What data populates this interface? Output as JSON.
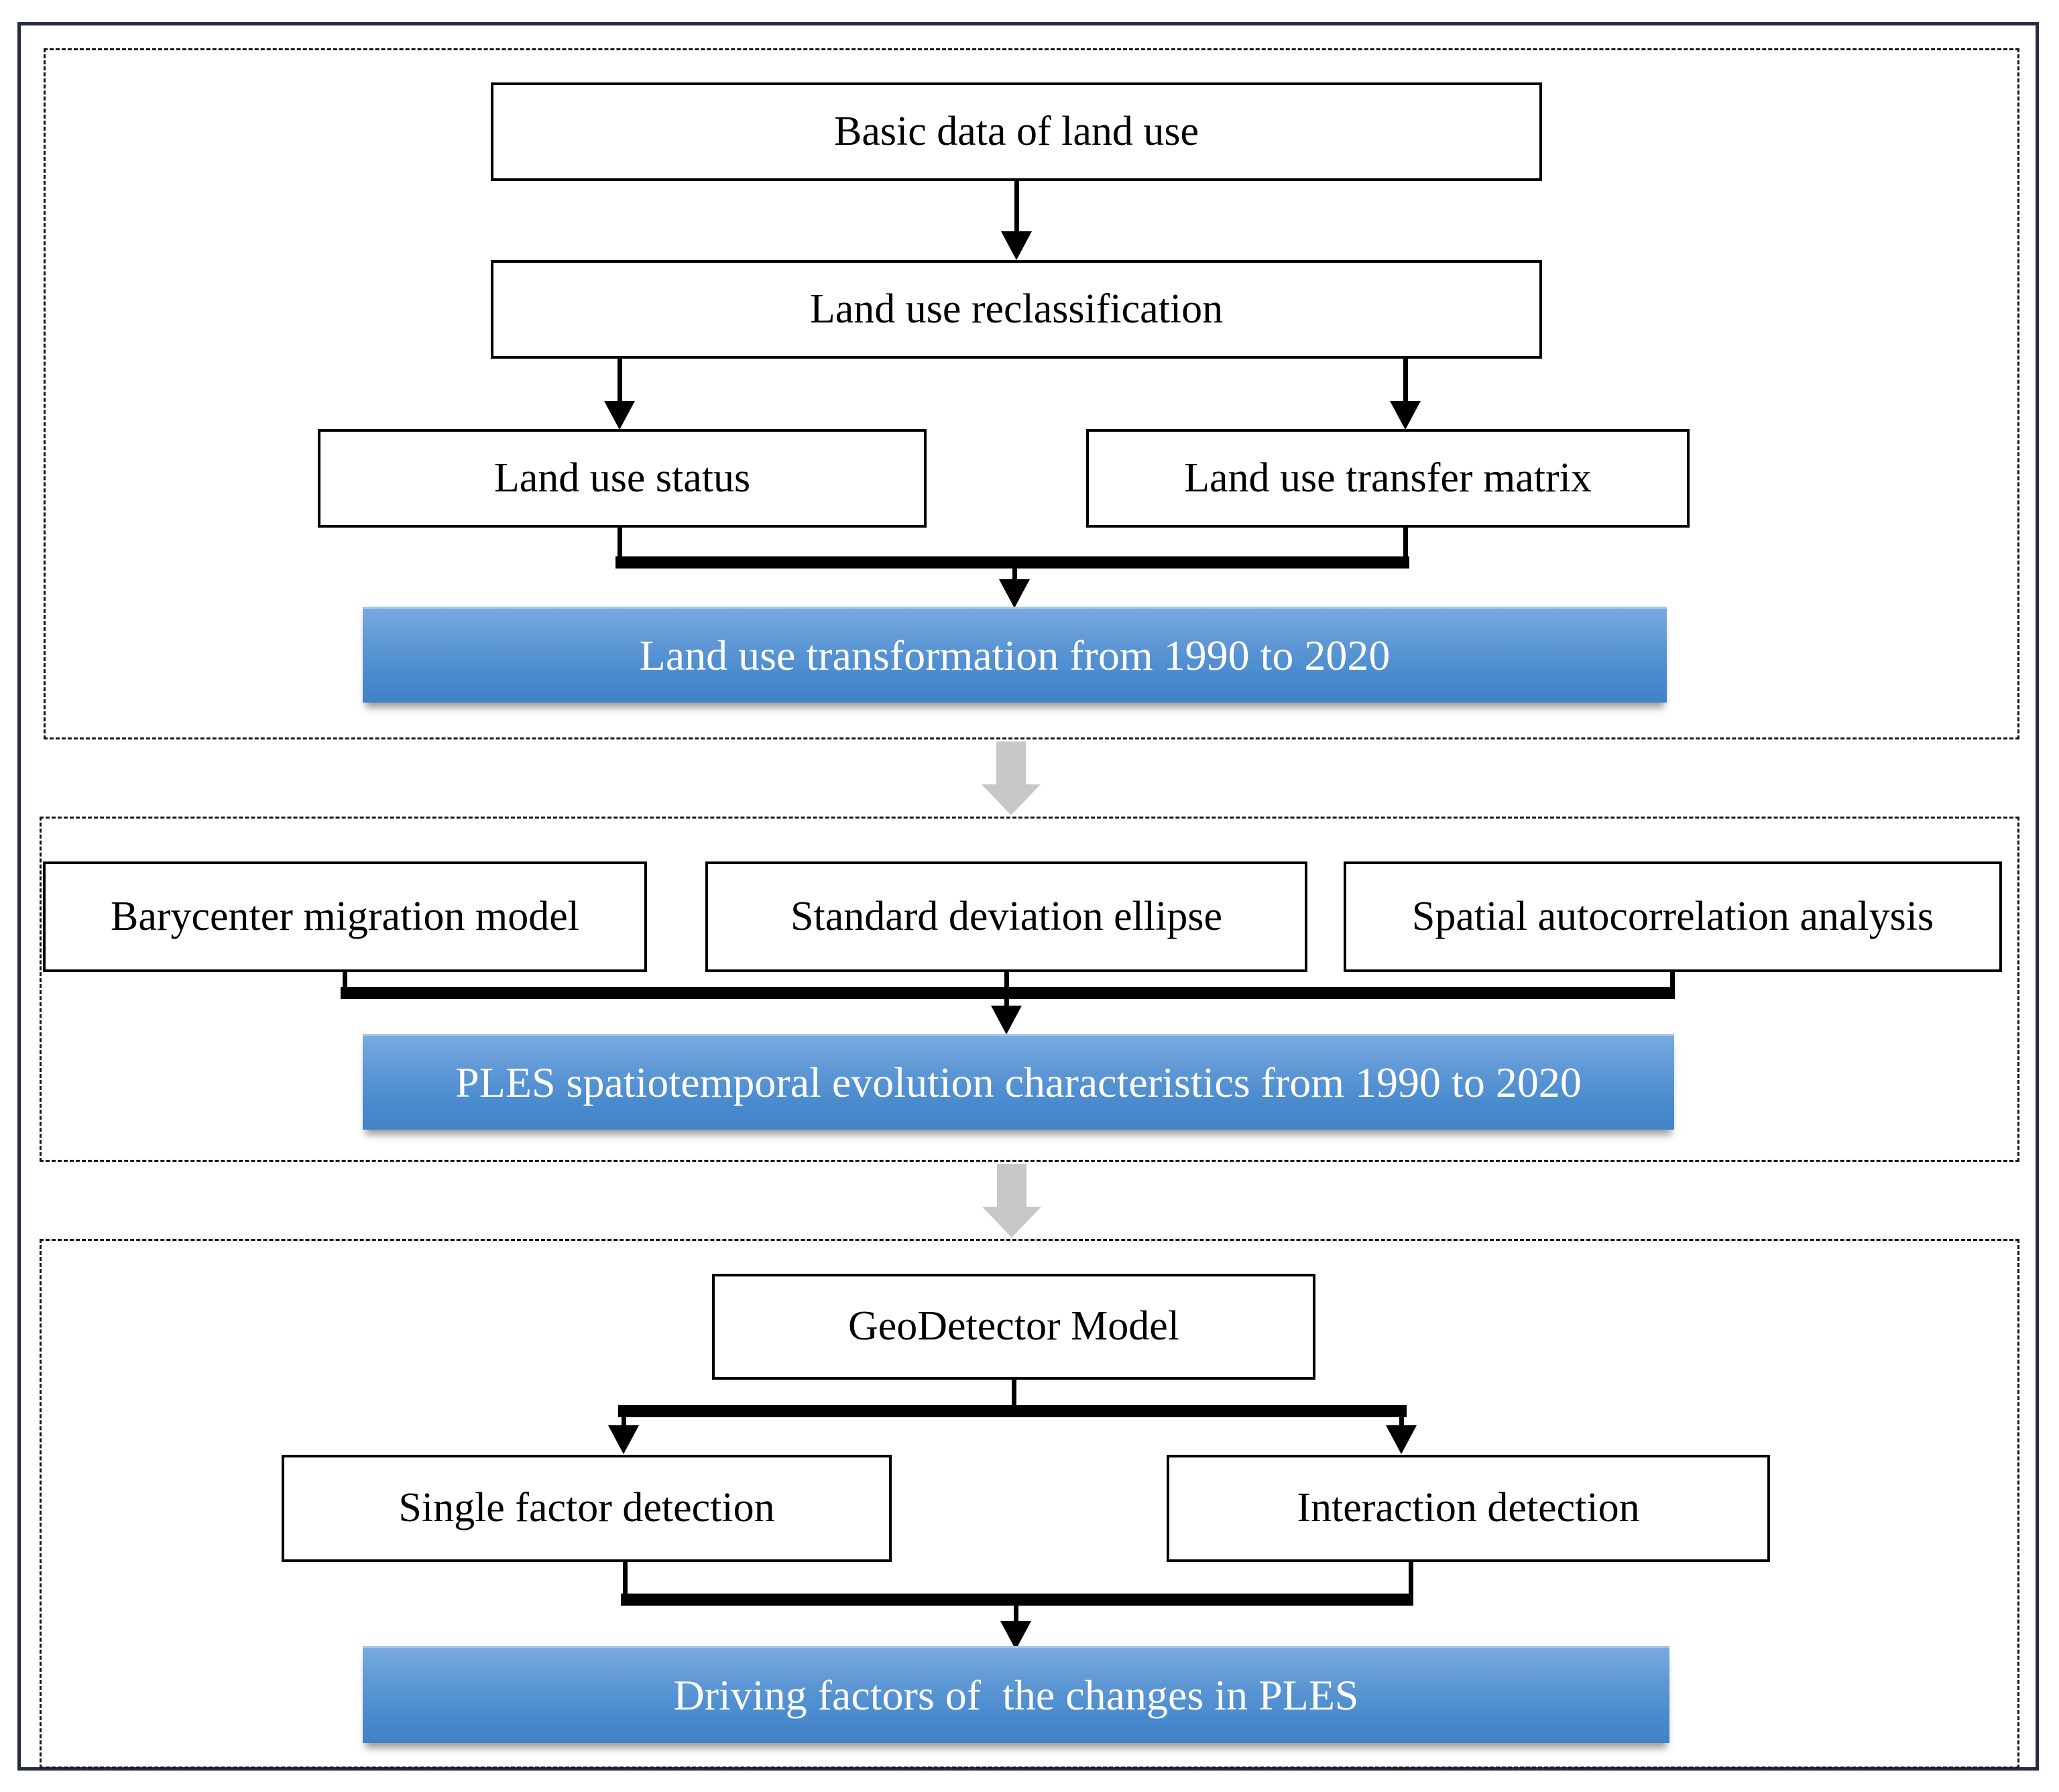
{
  "diagram": {
    "section1": {
      "basic_data": "Basic data of land use",
      "reclassification": "Land use reclassification",
      "status": "Land use status",
      "transfer_matrix": "Land use transfer matrix",
      "result": "Land use transformation from 1990 to 2020"
    },
    "section2": {
      "barycenter": "Barycenter migration model",
      "std_ellipse": "Standard deviation ellipse",
      "spatial_autocorr": "Spatial autocorrelation analysis",
      "result": "PLES spatiotemporal evolution characteristics from 1990 to 2020"
    },
    "section3": {
      "geodetector": "GeoDetector Model",
      "single_factor": "Single factor detection",
      "interaction": "Interaction detection",
      "result": "Driving factors of  the changes in PLES"
    },
    "colors": {
      "frame": "#262b42",
      "blue_top": "#79aadf",
      "blue_bottom": "#4282c7",
      "gray_arrow": "#c7c7c7",
      "line": "#000000"
    }
  }
}
